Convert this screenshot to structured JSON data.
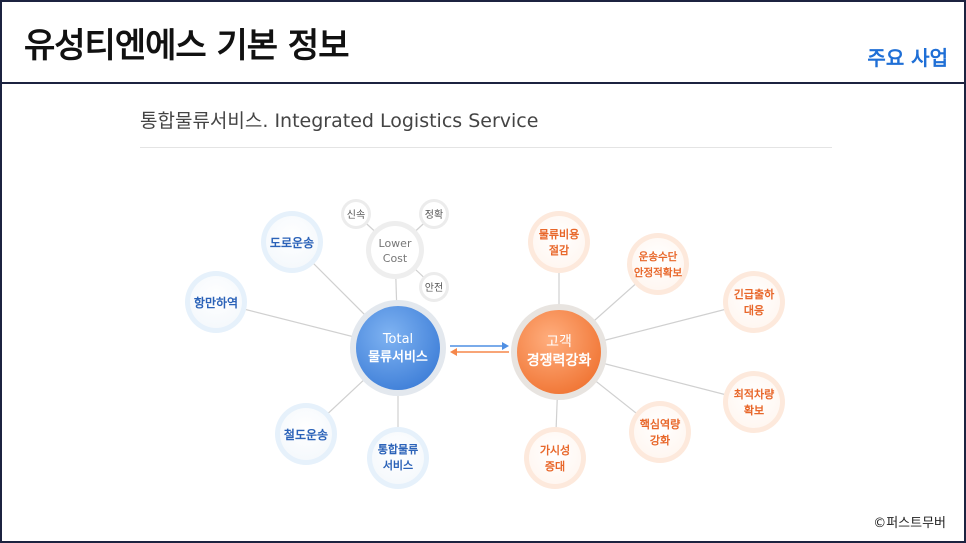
{
  "header": {
    "title": "유성티엔에스 기본 정보",
    "section": "주요 사업"
  },
  "subtitle": "통합물류서비스. Integrated Logistics Service",
  "diagram": {
    "left_hub": {
      "line1": "Total",
      "line2": "물류서비스"
    },
    "left_nodes": [
      {
        "id": "road",
        "lines": [
          "도로운송"
        ]
      },
      {
        "id": "port",
        "lines": [
          "항만하역"
        ]
      },
      {
        "id": "rail",
        "lines": [
          "철도운송"
        ]
      },
      {
        "id": "integ",
        "lines": [
          "통합물류",
          "서비스"
        ]
      }
    ],
    "lower_cost": {
      "lines": [
        "Lower",
        "Cost"
      ]
    },
    "cost_tags": [
      {
        "id": "speed",
        "label": "신속"
      },
      {
        "id": "exact",
        "label": "정확"
      },
      {
        "id": "safe",
        "label": "안전"
      }
    ],
    "right_hub": {
      "line1": "고객",
      "line2": "경쟁력강화"
    },
    "right_nodes": [
      {
        "id": "cost",
        "lines": [
          "물류비용",
          "절감"
        ]
      },
      {
        "id": "secure",
        "lines": [
          "운송수단",
          "안정적확보"
        ]
      },
      {
        "id": "urgent",
        "lines": [
          "긴급출하",
          "대응"
        ]
      },
      {
        "id": "vehicle",
        "lines": [
          "최적차량",
          "확보"
        ]
      },
      {
        "id": "core",
        "lines": [
          "핵심역량",
          "강화"
        ]
      },
      {
        "id": "visible",
        "lines": [
          "가시성",
          "증대"
        ]
      }
    ],
    "colors": {
      "blue_hub": "#4f8fe3",
      "orange_hub": "#f5874a",
      "blue_text": "#2b62b8",
      "orange_text": "#e8672a",
      "blue_ring": "#d6e8f9",
      "orange_ring": "#fde3d2"
    }
  },
  "copyright": "©퍼스트무버"
}
